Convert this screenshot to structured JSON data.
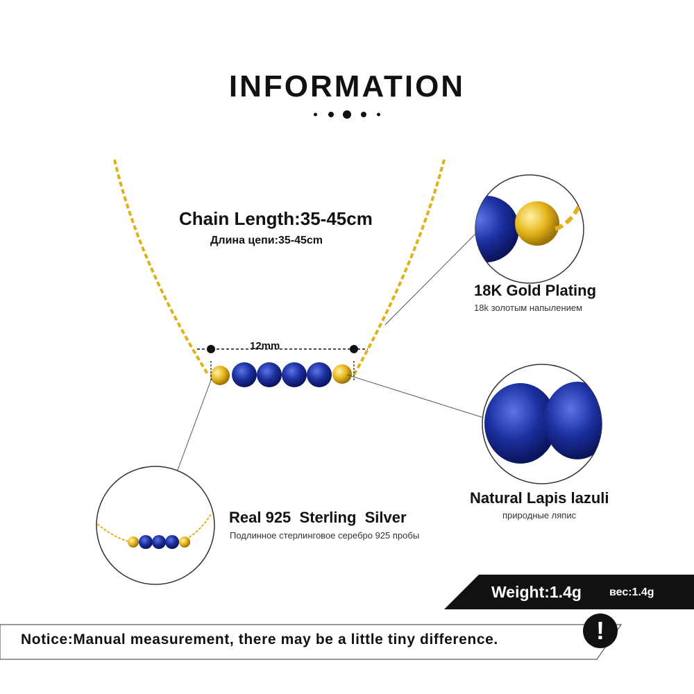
{
  "header": {
    "title": "INFORMATION"
  },
  "chain_length": {
    "label": "Chain Length:35-45cm",
    "label_ru": "Длина цепи:35-45cm"
  },
  "measure": {
    "label": "12mm"
  },
  "features": {
    "gold": {
      "title": "18K Gold Plating",
      "subtitle": "18k золотым напылением"
    },
    "lapis": {
      "title": "Natural Lapis lazuli",
      "subtitle": "природные ляпис"
    },
    "silver": {
      "title": "Real 925  Sterling  Silver",
      "subtitle": "Подлинное стерлинговое серебро 925 пробы"
    }
  },
  "weight": {
    "label": "Weight:1.4g",
    "label_ru": "вес:1.4g"
  },
  "notice": {
    "text": "Notice:Manual measurement, there may be a little tiny difference.",
    "badge": "!"
  },
  "colors": {
    "gold": "#E0B21A",
    "lapis": "#1B2F9E",
    "dark": "#111111"
  }
}
